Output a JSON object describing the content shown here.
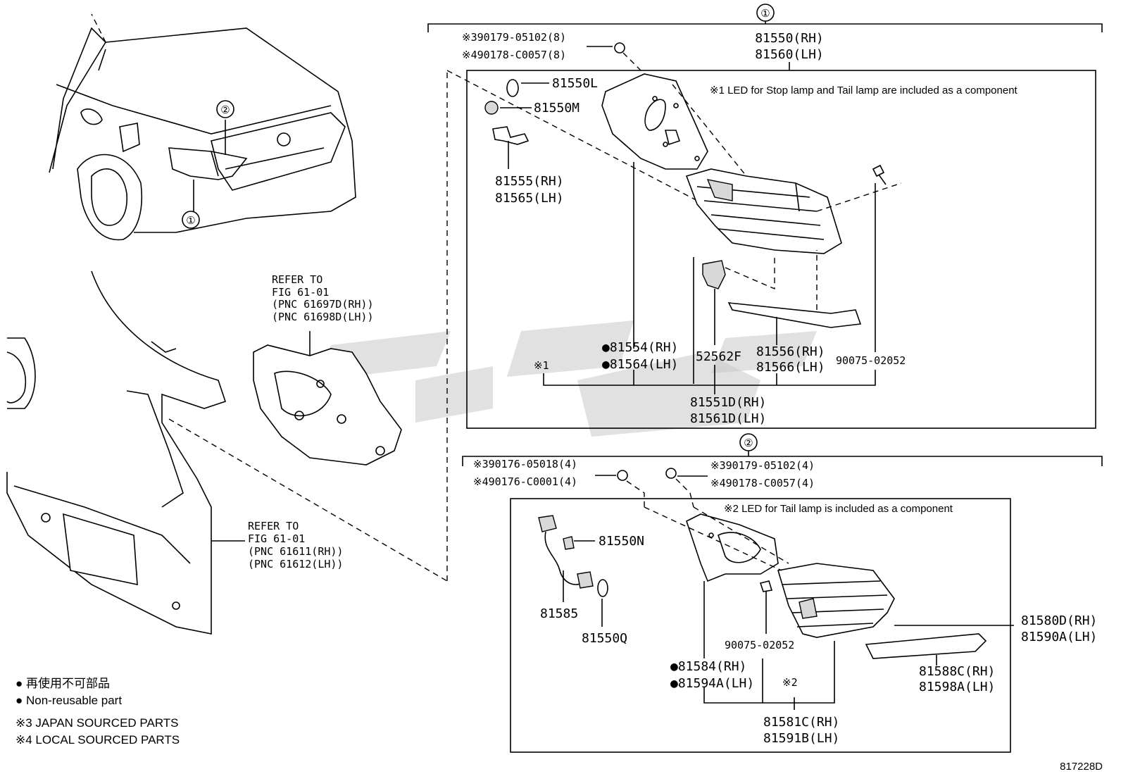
{
  "diagram_id": "817228D",
  "callouts": {
    "c1": "①",
    "c2": "②"
  },
  "group1": {
    "title_rh": "81550(RH)",
    "title_lh": "81560(LH)",
    "note": "※1 LED for Stop lamp and Tail lamp are included as a component",
    "fastener_a": "※390179-05102(8)",
    "fastener_b": "※490178-C0057(8)",
    "bulb": "81550L",
    "socket": "81550M",
    "connector_rh": "81555(RH)",
    "connector_lh": "81565(LH)",
    "gasket_rh": "●81554(RH)",
    "gasket_lh": "●81564(LH)",
    "clip": "52562F",
    "lens_rh": "81556(RH)",
    "lens_lh": "81566(LH)",
    "screw": "90075-02052",
    "ref1": "※1",
    "unit_rh": "81551D(RH)",
    "unit_lh": "81561D(LH)"
  },
  "group2": {
    "fastener_a": "※390176-05018(4)",
    "fastener_b": "※490176-C0001(4)",
    "fastener_c": "※390179-05102(4)",
    "fastener_d": "※490178-C0057(4)",
    "note": "※2 LED for Tail lamp is included as a component",
    "bulb": "81550N",
    "wire": "81585",
    "bulb2": "81550Q",
    "screw": "90075-02052",
    "assy_rh": "81580D(RH)",
    "assy_lh": "81590A(LH)",
    "gasket_rh": "●81584(RH)",
    "gasket_lh": "●81594A(LH)",
    "ref2": "※2",
    "lens_rh": "81588C(RH)",
    "lens_lh": "81598A(LH)",
    "unit_rh": "81581C(RH)",
    "unit_lh": "81591B(LH)"
  },
  "refers": {
    "upper_l1": "REFER TO",
    "upper_l2": "FIG 61-01",
    "upper_l3": "(PNC 61697D(RH))",
    "upper_l4": "(PNC 61698D(LH))",
    "lower_l1": "REFER TO",
    "lower_l2": "FIG 61-01",
    "lower_l3": "(PNC 61611(RH))",
    "lower_l4": "(PNC 61612(LH))"
  },
  "legend": {
    "jp": "● 再使用不可部品",
    "en": "● Non-reusable part",
    "japan": "※3 JAPAN SOURCED PARTS",
    "local": "※4 LOCAL SOURCED PARTS"
  }
}
